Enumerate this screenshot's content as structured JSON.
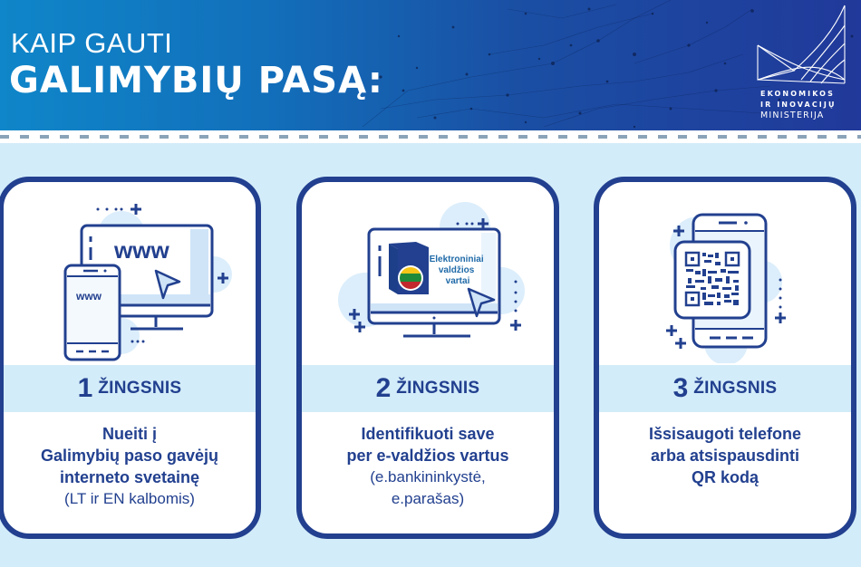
{
  "header": {
    "title_line1": "KAIP GAUTI",
    "title_line2": "GALIMYBIŲ PASĄ:",
    "logo": {
      "icon": "ministry-logo-icon",
      "line1": "EKONOMIKOS",
      "line2": "IR INOVACIJŲ",
      "line3": "MINISTERIJA"
    }
  },
  "colors": {
    "header_gradient_start": "#0f86c9",
    "header_gradient_end": "#21399a",
    "primary_navy": "#22408f",
    "background_light_blue": "#d3ecf9",
    "illustration_fill": "#cfe4f7"
  },
  "steps": [
    {
      "number": "1",
      "label": "ŽINGSNIS",
      "icon": "computer-and-phone-www-icon",
      "illustration": {
        "monitor_text": "www",
        "phone_text": "www"
      },
      "bold_lines": [
        "Nueiti į",
        "Galimybių paso gavėjų",
        "interneto svetainę"
      ],
      "regular_lines": [
        "(LT ir EN kalbomis)"
      ]
    },
    {
      "number": "2",
      "label": "ŽINGSNIS",
      "icon": "e-government-gateway-icon",
      "illustration": {
        "screen_lines": [
          "Elektroniniai",
          "valdžios",
          "vartai"
        ]
      },
      "bold_lines": [
        "Identifikuoti save",
        "per e-valdžios vartus"
      ],
      "regular_lines": [
        "(e.bankininkystė,",
        "e.parašas)"
      ]
    },
    {
      "number": "3",
      "label": "ŽINGSNIS",
      "icon": "phone-qr-code-icon",
      "illustration": {},
      "bold_lines": [
        "Išsisaugoti telefone",
        "arba atsispausdinti",
        "QR kodą"
      ],
      "regular_lines": []
    }
  ]
}
